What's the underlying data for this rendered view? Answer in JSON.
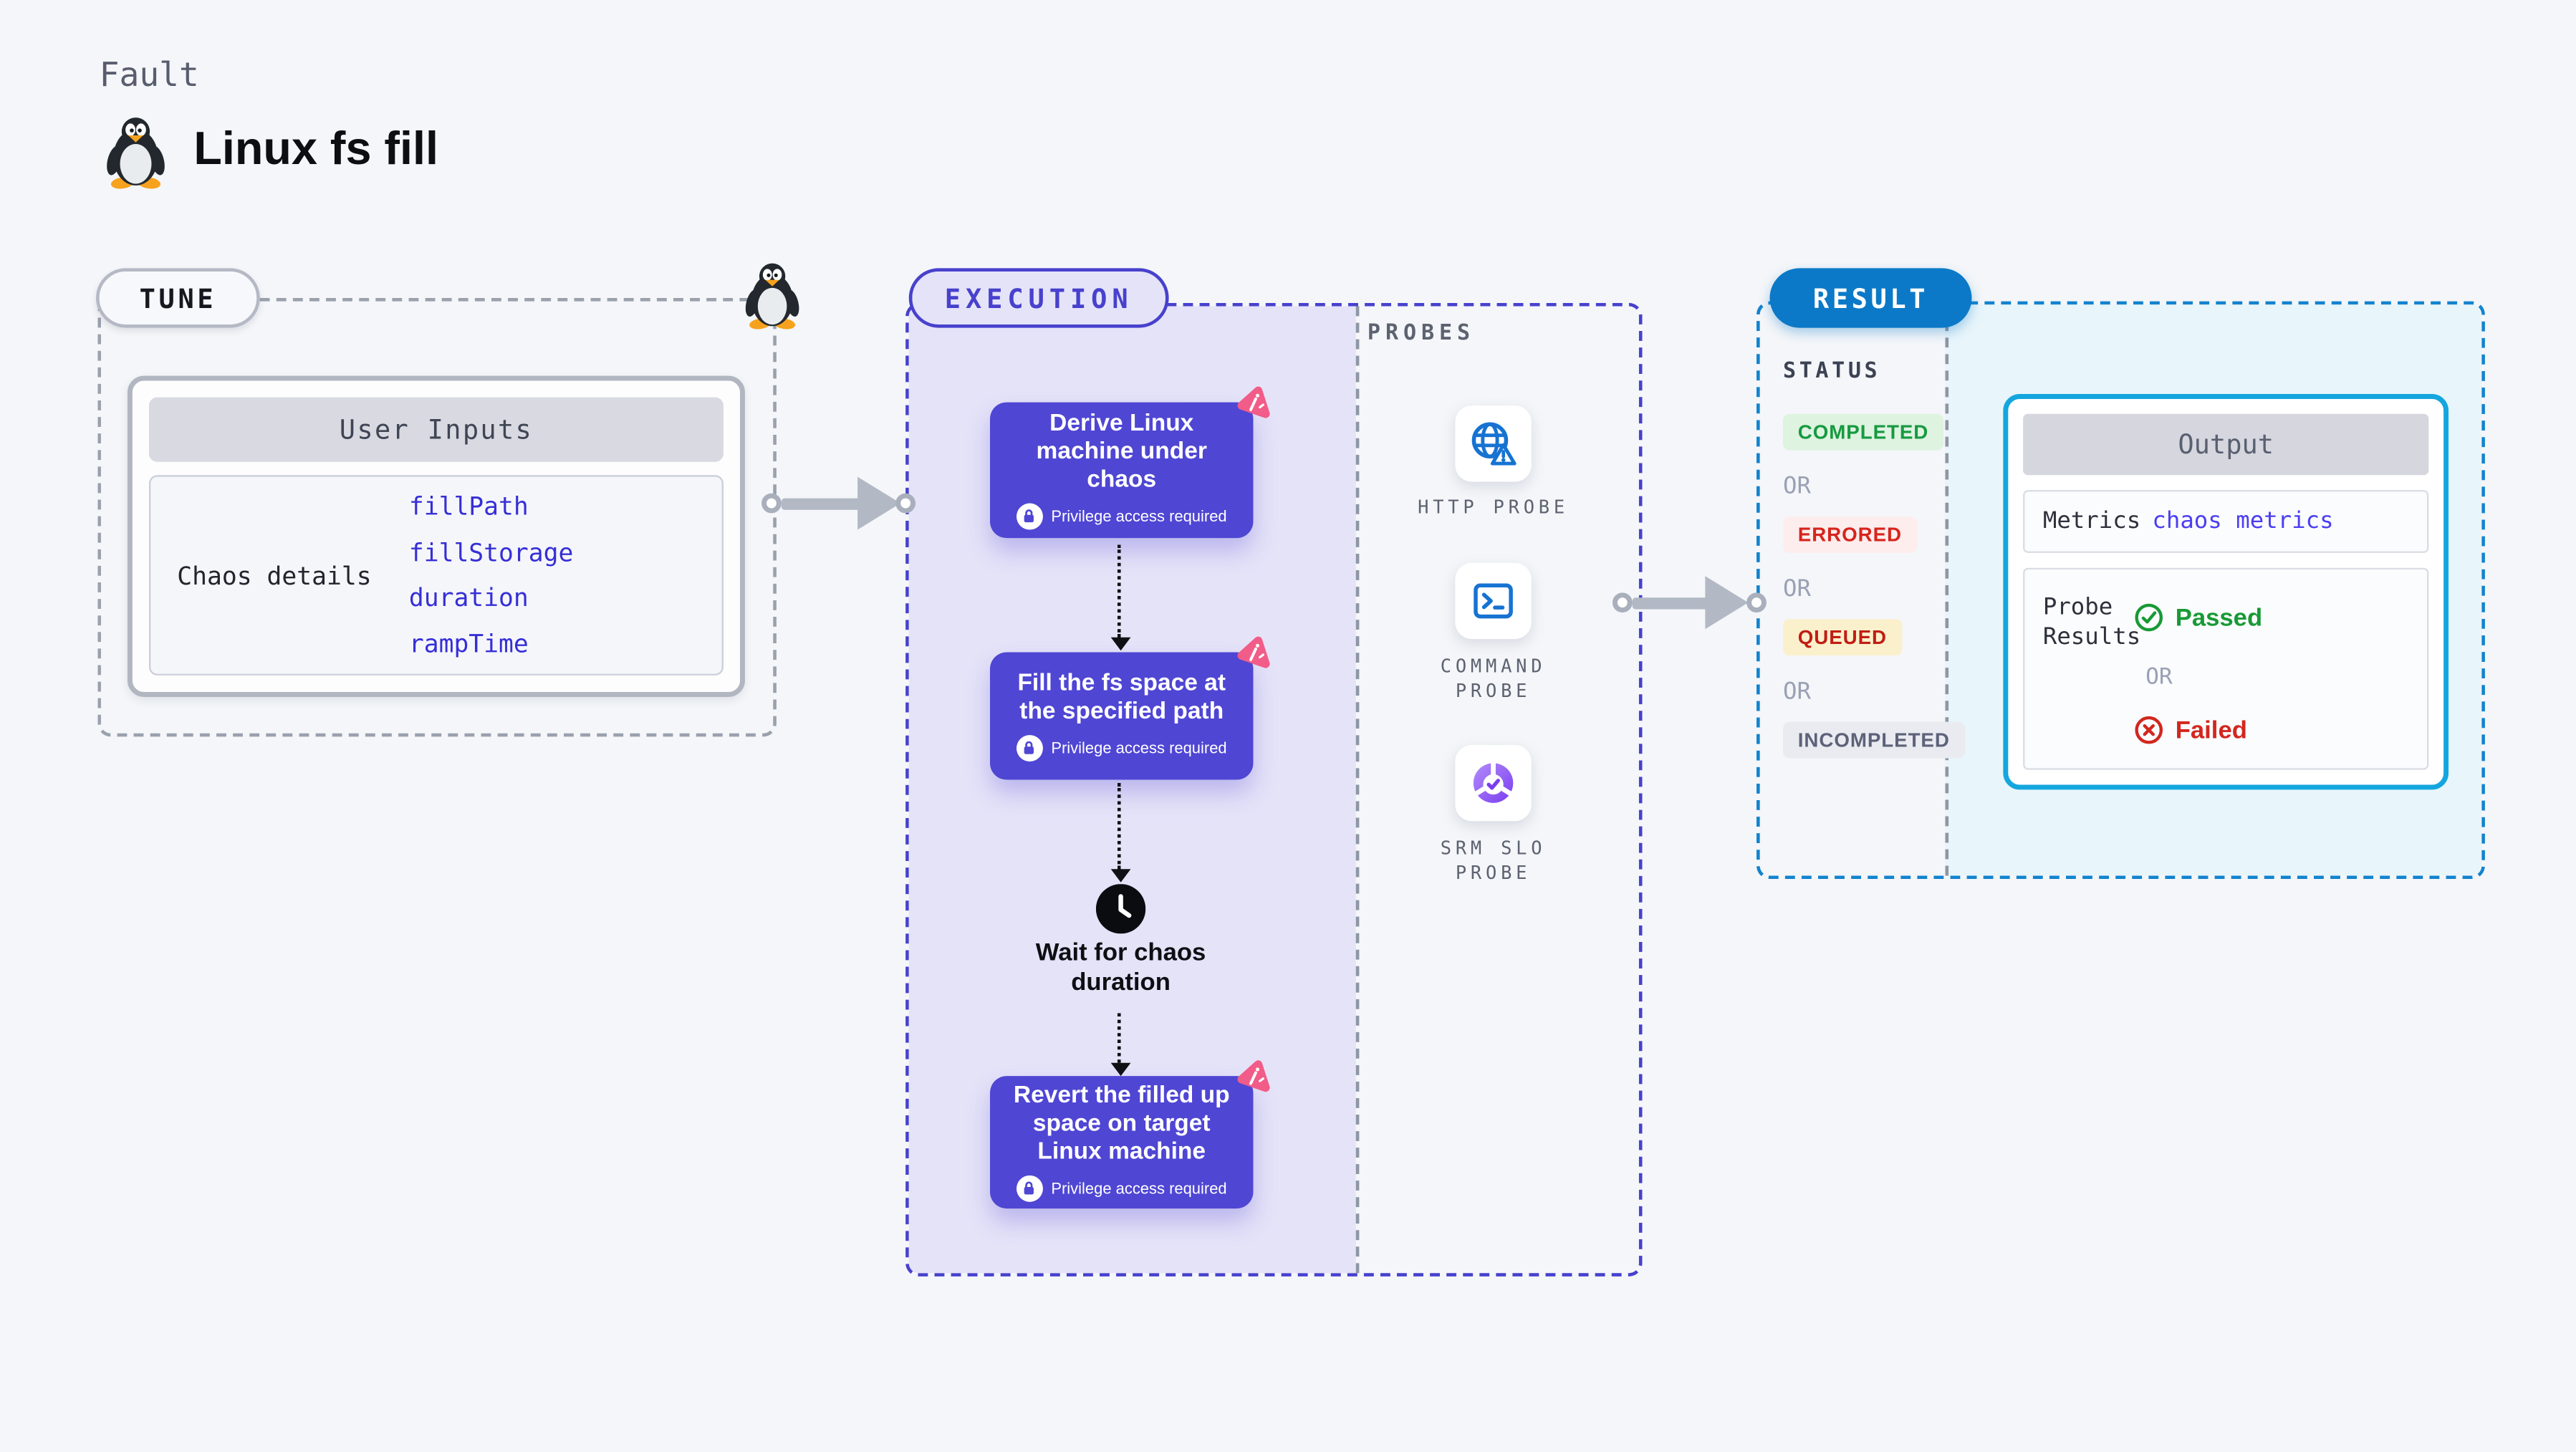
{
  "page": {
    "kicker": "Fault",
    "title": "Linux fs fill"
  },
  "tune": {
    "badge": "TUNE",
    "user_inputs": {
      "header": "User Inputs",
      "group_label": "Chaos details",
      "fields": [
        "fillPath",
        "fillStorage",
        "duration",
        "rampTime"
      ]
    }
  },
  "execution": {
    "badge": "EXECUTION",
    "steps": {
      "derive": {
        "title": "Derive Linux machine under chaos",
        "note": "Privilege access required"
      },
      "fill": {
        "title": "Fill the fs space at the specified path",
        "note": "Privilege access required"
      },
      "wait": {
        "title": "Wait for chaos duration"
      },
      "revert": {
        "title": "Revert the filled up space on target Linux machine",
        "note": "Privilege access required"
      }
    }
  },
  "probes": {
    "label": "PROBES",
    "http": "HTTP PROBE",
    "command": "COMMAND PROBE",
    "srm": "SRM SLO PROBE"
  },
  "result": {
    "badge": "RESULT",
    "status": {
      "label": "STATUS",
      "completed": "COMPLETED",
      "or": "OR",
      "errored": "ERRORED",
      "queued": "QUEUED",
      "incompleted": "INCOMPLETED"
    },
    "output": {
      "header": "Output",
      "metrics_label": "Metrics",
      "metrics_value": "chaos metrics",
      "probe_results_label": "Probe Results",
      "passed": "Passed",
      "or": "OR",
      "failed": "Failed"
    }
  },
  "colors": {
    "indigo_card": "#4f46d4",
    "indigo_border": "#4741cd",
    "lavender_fill": "#e5e3f8",
    "result_pill_blue": "#0b79c7",
    "result_border_blue": "#1283cf",
    "output_border_cyan": "#14a6de",
    "cyan_fill": "#e8f5fb",
    "chaos_pink": "#f25c88",
    "passed_green": "#189a35",
    "failed_red": "#d2271e",
    "probe_icon_blue": "#1673d2",
    "field_text_blue": "#362fd6"
  }
}
